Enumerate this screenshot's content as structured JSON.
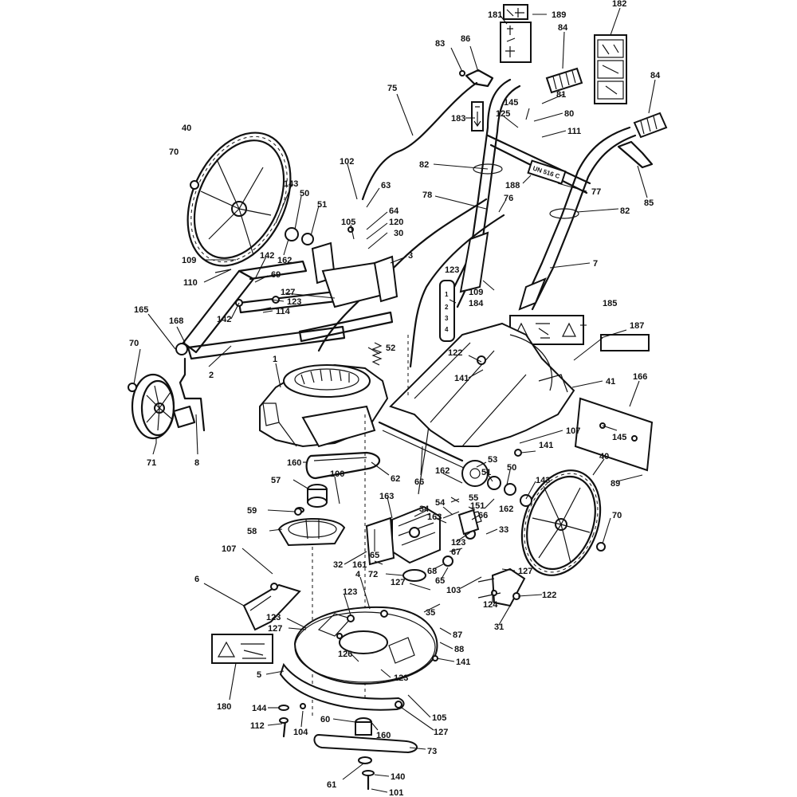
{
  "callouts": [
    {
      "id": "c181",
      "text": "181"
    },
    {
      "id": "c189",
      "text": "189"
    },
    {
      "id": "c182",
      "text": "182"
    },
    {
      "id": "c86",
      "text": "86"
    },
    {
      "id": "c84a",
      "text": "84"
    },
    {
      "id": "c84b",
      "text": "84"
    },
    {
      "id": "c83",
      "text": "83"
    },
    {
      "id": "c75",
      "text": "75"
    },
    {
      "id": "c81",
      "text": "81"
    },
    {
      "id": "c145a",
      "text": "145"
    },
    {
      "id": "c125",
      "text": "125"
    },
    {
      "id": "c80",
      "text": "80"
    },
    {
      "id": "c183a",
      "text": "183"
    },
    {
      "id": "c111",
      "text": "111"
    },
    {
      "id": "c40a",
      "text": "40"
    },
    {
      "id": "c70a",
      "text": "70"
    },
    {
      "id": "c102",
      "text": "102"
    },
    {
      "id": "c63",
      "text": "63"
    },
    {
      "id": "c82a",
      "text": "82"
    },
    {
      "id": "c188",
      "text": "188"
    },
    {
      "id": "c77",
      "text": "77"
    },
    {
      "id": "c85",
      "text": "85"
    },
    {
      "id": "c143a",
      "text": "143"
    },
    {
      "id": "c50a",
      "text": "50"
    },
    {
      "id": "c78",
      "text": "78"
    },
    {
      "id": "c76",
      "text": "76"
    },
    {
      "id": "c82b",
      "text": "82"
    },
    {
      "id": "c51a",
      "text": "51"
    },
    {
      "id": "c64",
      "text": "64"
    },
    {
      "id": "c105a",
      "text": "105"
    },
    {
      "id": "c120",
      "text": "120"
    },
    {
      "id": "c30",
      "text": "30"
    },
    {
      "id": "c162a",
      "text": "162"
    },
    {
      "id": "c3",
      "text": "3"
    },
    {
      "id": "c109a",
      "text": "109"
    },
    {
      "id": "c142a",
      "text": "142"
    },
    {
      "id": "c69",
      "text": "69"
    },
    {
      "id": "c110",
      "text": "110"
    },
    {
      "id": "c123a",
      "text": "123"
    },
    {
      "id": "c7",
      "text": "7"
    },
    {
      "id": "c109b",
      "text": "109"
    },
    {
      "id": "c127a",
      "text": "127"
    },
    {
      "id": "c123b",
      "text": "123"
    },
    {
      "id": "c184",
      "text": "184"
    },
    {
      "id": "c142b",
      "text": "142"
    },
    {
      "id": "c114",
      "text": "114"
    },
    {
      "id": "c185",
      "text": "185"
    },
    {
      "id": "c165",
      "text": "165"
    },
    {
      "id": "c187",
      "text": "187"
    },
    {
      "id": "c168",
      "text": "168"
    },
    {
      "id": "c52",
      "text": "52"
    },
    {
      "id": "c70b",
      "text": "70"
    },
    {
      "id": "c122a",
      "text": "122"
    },
    {
      "id": "c2",
      "text": "2"
    },
    {
      "id": "c1",
      "text": "1"
    },
    {
      "id": "c141a",
      "text": "141"
    },
    {
      "id": "c41",
      "text": "41"
    },
    {
      "id": "c166",
      "text": "166"
    },
    {
      "id": "c145b",
      "text": "145"
    },
    {
      "id": "c107a",
      "text": "107"
    },
    {
      "id": "c141b",
      "text": "141"
    },
    {
      "id": "c71",
      "text": "71"
    },
    {
      "id": "c8",
      "text": "8"
    },
    {
      "id": "c160a",
      "text": "160"
    },
    {
      "id": "c40b",
      "text": "40"
    },
    {
      "id": "c53",
      "text": "53"
    },
    {
      "id": "c62",
      "text": "62"
    },
    {
      "id": "c89",
      "text": "89"
    },
    {
      "id": "c100",
      "text": "100"
    },
    {
      "id": "c66a",
      "text": "66"
    },
    {
      "id": "c162b",
      "text": "162"
    },
    {
      "id": "c51b",
      "text": "51"
    },
    {
      "id": "c50b",
      "text": "50"
    },
    {
      "id": "c57",
      "text": "57"
    },
    {
      "id": "c143b",
      "text": "143"
    },
    {
      "id": "c55",
      "text": "55"
    },
    {
      "id": "c163a",
      "text": "163"
    },
    {
      "id": "c151",
      "text": "151"
    },
    {
      "id": "c34",
      "text": "34"
    },
    {
      "id": "c54",
      "text": "54"
    },
    {
      "id": "c162c",
      "text": "162"
    },
    {
      "id": "c66b",
      "text": "66"
    },
    {
      "id": "c59",
      "text": "59"
    },
    {
      "id": "c163b",
      "text": "163"
    },
    {
      "id": "c70c",
      "text": "70"
    },
    {
      "id": "c58",
      "text": "58"
    },
    {
      "id": "c123c",
      "text": "123"
    },
    {
      "id": "c33",
      "text": "33"
    },
    {
      "id": "c65a",
      "text": "65"
    },
    {
      "id": "c67",
      "text": "67"
    },
    {
      "id": "c107b",
      "text": "107"
    },
    {
      "id": "c32",
      "text": "32"
    },
    {
      "id": "c161",
      "text": "161"
    },
    {
      "id": "c72",
      "text": "72"
    },
    {
      "id": "c68",
      "text": "68"
    },
    {
      "id": "c65b",
      "text": "65"
    },
    {
      "id": "c127b",
      "text": "127"
    },
    {
      "id": "c4",
      "text": "4"
    },
    {
      "id": "c6",
      "text": "6"
    },
    {
      "id": "c127c",
      "text": "127"
    },
    {
      "id": "c103",
      "text": "103"
    },
    {
      "id": "c124",
      "text": "124"
    },
    {
      "id": "c122b",
      "text": "122"
    },
    {
      "id": "c123d",
      "text": "123"
    },
    {
      "id": "c35",
      "text": "35"
    },
    {
      "id": "c31",
      "text": "31"
    },
    {
      "id": "c123e",
      "text": "123"
    },
    {
      "id": "c127d",
      "text": "127"
    },
    {
      "id": "c87",
      "text": "87"
    },
    {
      "id": "c88",
      "text": "88"
    },
    {
      "id": "c126",
      "text": "126"
    },
    {
      "id": "c141c",
      "text": "141"
    },
    {
      "id": "c5",
      "text": "5"
    },
    {
      "id": "c123f",
      "text": "123"
    },
    {
      "id": "c180",
      "text": "180"
    },
    {
      "id": "c144",
      "text": "144"
    },
    {
      "id": "c105b",
      "text": "105"
    },
    {
      "id": "c112",
      "text": "112"
    },
    {
      "id": "c104",
      "text": "104"
    },
    {
      "id": "c60",
      "text": "60"
    },
    {
      "id": "c160b",
      "text": "160"
    },
    {
      "id": "c127e",
      "text": "127"
    },
    {
      "id": "c73",
      "text": "73"
    },
    {
      "id": "c61",
      "text": "61"
    },
    {
      "id": "c140",
      "text": "140"
    },
    {
      "id": "c101",
      "text": "101"
    }
  ],
  "decals": {
    "model_plate": "UN 516 C",
    "height_scale": [
      "1",
      "2",
      "3",
      "4"
    ]
  }
}
